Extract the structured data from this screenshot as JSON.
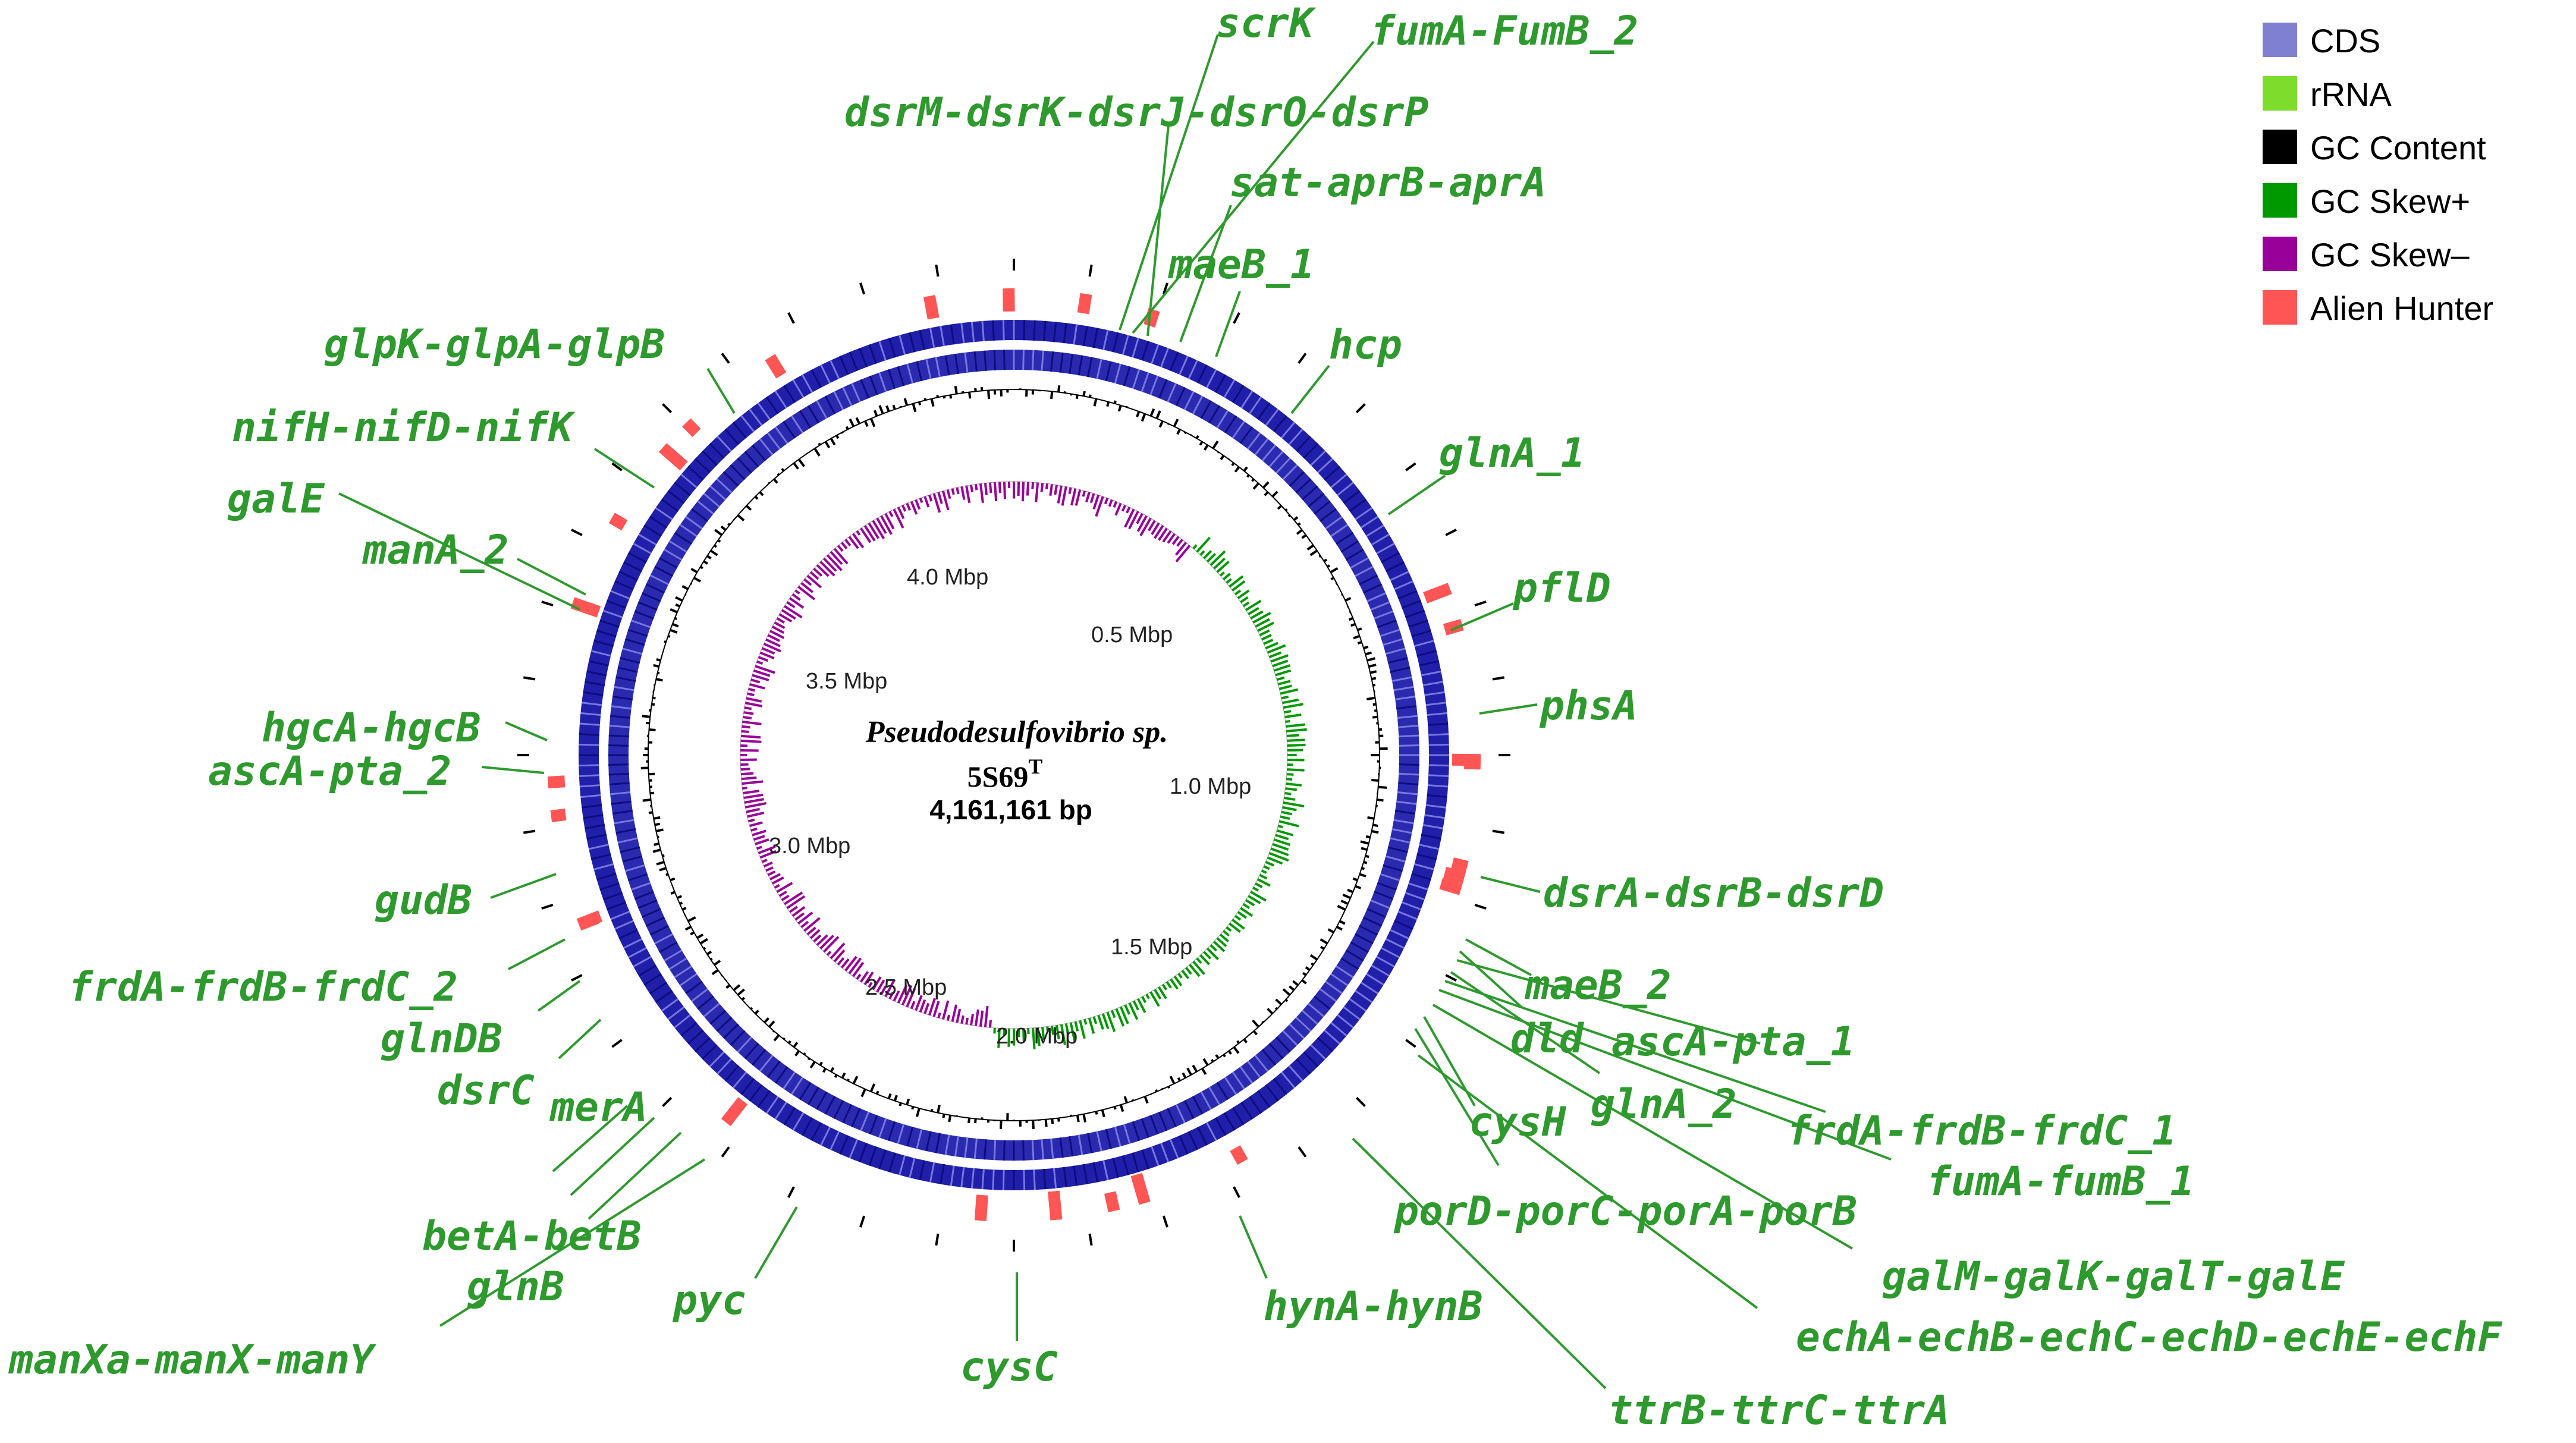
{
  "center": {
    "organism": "Pseudodesulfovibrio sp.",
    "strain": "5S69",
    "strain_superscript": "T",
    "genome_size": "4,161,161 bp"
  },
  "legend": [
    {
      "label": "CDS",
      "color": "#8080d0"
    },
    {
      "label": "rRNA",
      "color": "#7ddc2c"
    },
    {
      "label": "GC Content",
      "color": "#000000"
    },
    {
      "label": "GC Skew+",
      "color": "#009900"
    },
    {
      "label": "GC Skew–",
      "color": "#990099"
    },
    {
      "label": "Alien Hunter",
      "color": "#ff5555"
    }
  ],
  "colors": {
    "gene_label": "#2e9a2e",
    "leader_line": "#2e9a2e",
    "cds_ring": "#2222aa",
    "cds_ring_light": "#7777dd"
  },
  "ticks_mbp": [
    "0.5 Mbp",
    "1.0 Mbp",
    "1.5 Mbp",
    "2.0 Mbp",
    "2.5 Mbp",
    "3.0 Mbp",
    "3.5 Mbp",
    "4.0 Mbp"
  ],
  "gene_labels": [
    "scrK",
    "fumA-FumB_2",
    "dsrM-dsrK-dsrJ-dsrO-dsrP",
    "sat-aprB-aprA",
    "maeB_1",
    "hcp",
    "glnA_1",
    "pflD",
    "phsA",
    "dsrA-dsrB-dsrD",
    "maeB_2",
    "dld",
    "ascA-pta_1",
    "glnA_2",
    "frdA-frdB-frdC_1",
    "fumA-fumB_1",
    "cysH",
    "porD-porC-porA-porB",
    "galM-galK-galT-galE",
    "echA-echB-echC-echD-echE-echF",
    "ttrB-ttrC-ttrA",
    "hynA-hynB",
    "cysC",
    "pyc",
    "glnB",
    "manXa-manX-manY",
    "betA-betB",
    "merA",
    "dsrC",
    "glnDB",
    "frdA-frdB-frdC_2",
    "gudB",
    "ascA-pta_2",
    "hgcA-hgcB",
    "manA_2",
    "galE",
    "nifH-nifD-nifK",
    "glpK-glpA-glpB"
  ]
}
